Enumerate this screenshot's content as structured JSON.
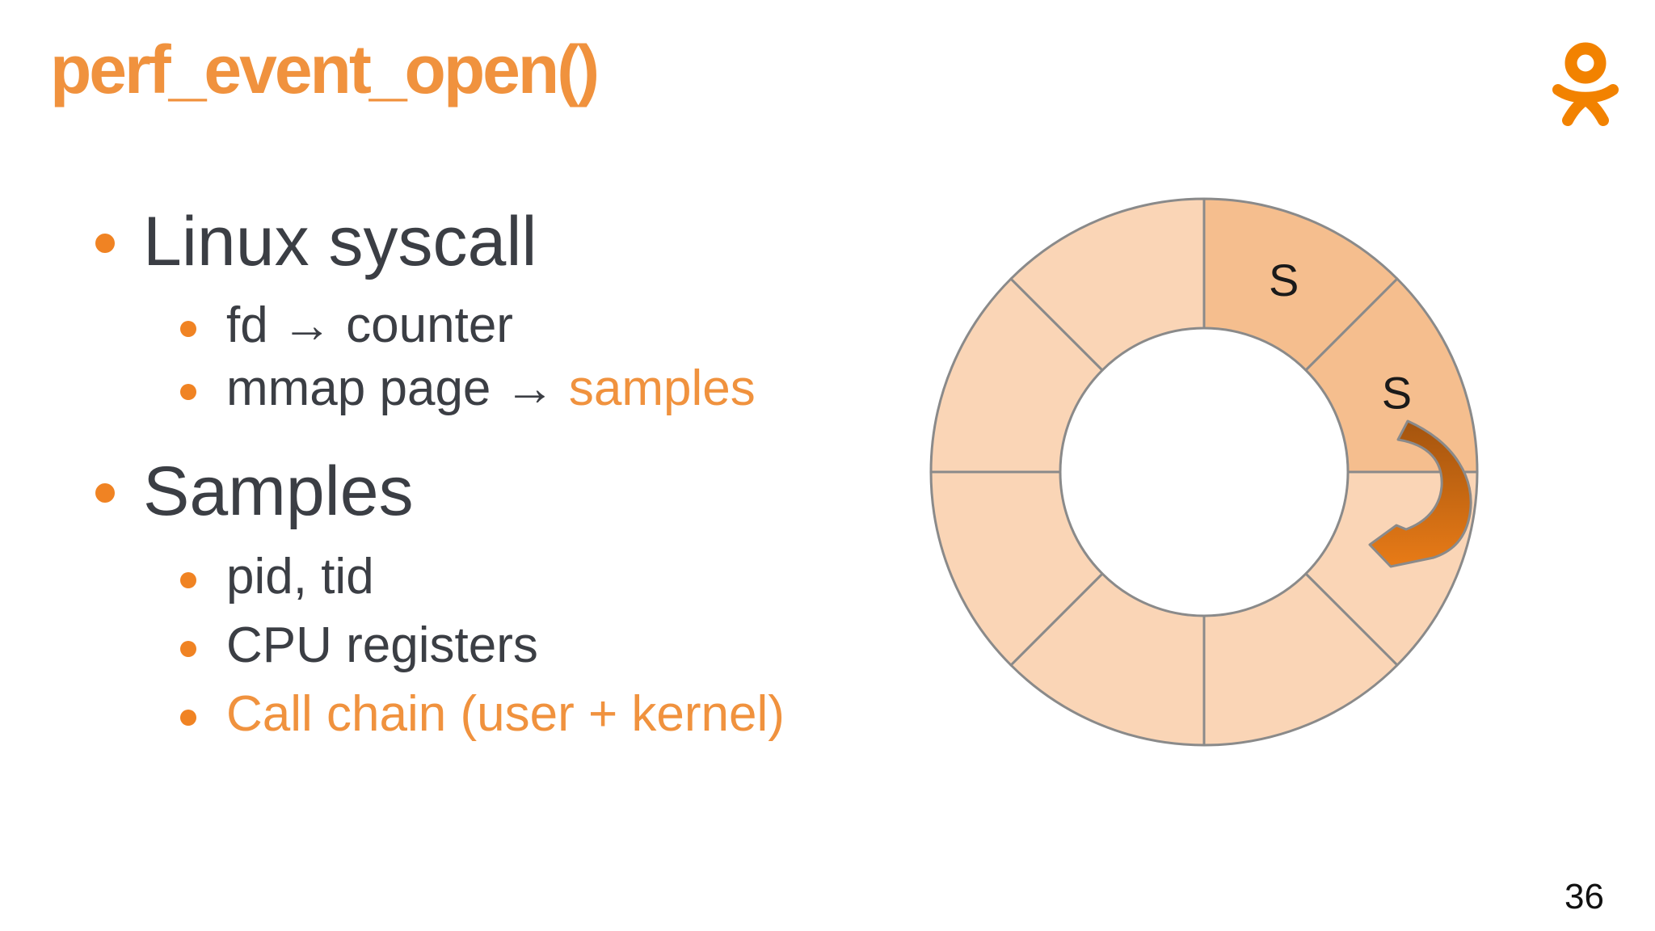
{
  "slide": {
    "title": "perf_event_open()",
    "page_number": "36"
  },
  "logo": {
    "name": "ok-logo",
    "color": "#F28200"
  },
  "colors": {
    "accent_orange": "#F0923E",
    "bullet_dot": "#F08323",
    "text_dark": "#3B3E44",
    "ring_light": "#FAD5B6",
    "ring_dark": "#F5BE8E",
    "ring_stroke": "#8A8A8A",
    "label_black": "#1A1A1A",
    "arrow_gradient_start": "#A4540E",
    "arrow_gradient_end": "#E87B17"
  },
  "bullets": [
    {
      "level": 1,
      "segments": [
        {
          "text": "Linux syscall",
          "accent": false
        }
      ]
    },
    {
      "level": 2,
      "segments": [
        {
          "text": "fd → counter",
          "accent": false
        }
      ]
    },
    {
      "level": 2,
      "segments": [
        {
          "text": "mmap page → ",
          "accent": false
        },
        {
          "text": "samples",
          "accent": true
        }
      ]
    },
    {
      "level": 1,
      "segments": [
        {
          "text": "Samples",
          "accent": false
        }
      ]
    },
    {
      "level": 2,
      "segments": [
        {
          "text": "pid, tid",
          "accent": false
        }
      ]
    },
    {
      "level": 2,
      "segments": [
        {
          "text": "CPU registers",
          "accent": false
        }
      ]
    },
    {
      "level": 2,
      "segments": [
        {
          "text": "Call chain (user + kernel)",
          "accent": true
        }
      ]
    }
  ],
  "chart_data": {
    "type": "pie",
    "subtype": "donut-ring-buffer-diagram",
    "title": "",
    "segments": [
      {
        "label": "S",
        "shade": "dark"
      },
      {
        "label": "S",
        "shade": "dark"
      },
      {
        "label": "",
        "shade": "light"
      },
      {
        "label": "",
        "shade": "light"
      },
      {
        "label": "",
        "shade": "light"
      },
      {
        "label": "",
        "shade": "light"
      },
      {
        "label": "",
        "shade": "light"
      },
      {
        "label": "",
        "shade": "light"
      }
    ],
    "segment_angle_deg": 45,
    "layout": "8 equal segments, starts at 12 o'clock, clockwise; two sample segments marked S at top-right",
    "annotation_arrow": "curved orange arrow from the second S segment sweeping clockwise into the next (empty) segment"
  }
}
